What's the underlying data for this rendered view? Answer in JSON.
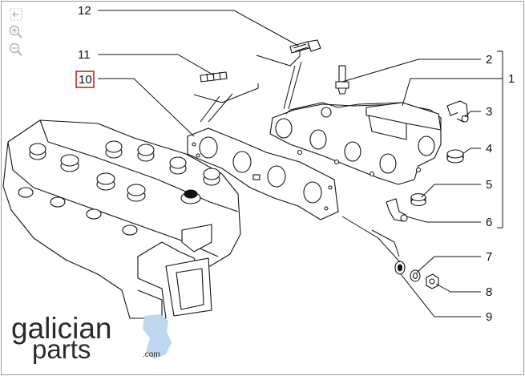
{
  "toolbar": {
    "items": [
      {
        "name": "fit-view-icon"
      },
      {
        "name": "zoom-in-icon"
      },
      {
        "name": "zoom-out-icon"
      }
    ]
  },
  "callouts": {
    "c1": "1",
    "c2": "2",
    "c3": "3",
    "c4": "4",
    "c5": "5",
    "c6": "6",
    "c7": "7",
    "c8": "8",
    "c9": "9",
    "c10": "10",
    "c11": "11",
    "c12": "12"
  },
  "selected_callout": "10",
  "colors": {
    "line": "#111111",
    "selected": "#cc1111",
    "logo_text": "#2a2a2a",
    "logo_accent": "#bcd7ee"
  },
  "logo": {
    "line1": "galician",
    "line2": "parts",
    "suffix": ".com"
  }
}
